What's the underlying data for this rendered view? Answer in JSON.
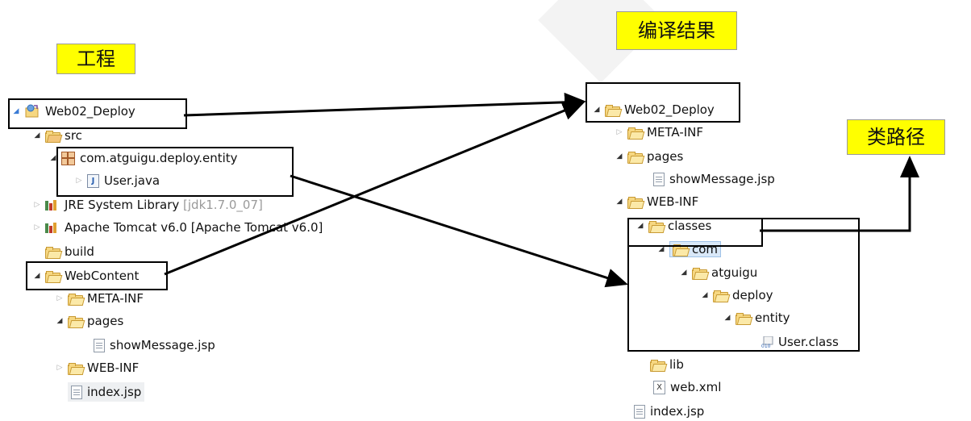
{
  "callouts": {
    "project": "工程",
    "compiled": "编译结果",
    "classpath": "类路径"
  },
  "left_tree": {
    "project": "Web02_Deploy",
    "src": "src",
    "package": "com.atguigu.deploy.entity",
    "user_java": "User.java",
    "jre_name": "JRE System Library",
    "jre_version": "[jdk1.7.0_07]",
    "tomcat_name": "Apache Tomcat v6.0",
    "tomcat_version": "[Apache Tomcat v6.0]",
    "build": "build",
    "webcontent": "WebContent",
    "meta_inf": "META-INF",
    "pages": "pages",
    "show_message": "showMessage.jsp",
    "web_inf": "WEB-INF",
    "index": "index.jsp"
  },
  "right_tree": {
    "project": "Web02_Deploy",
    "meta_inf": "META-INF",
    "pages": "pages",
    "show_message": "showMessage.jsp",
    "web_inf": "WEB-INF",
    "classes": "classes",
    "com": "com",
    "atguigu": "atguigu",
    "deploy": "deploy",
    "entity": "entity",
    "user_class": "User.class",
    "lib": "lib",
    "web_xml": "web.xml",
    "index": "index.jsp"
  },
  "icons": {
    "project": "web-project-icon",
    "folder": "folder-icon",
    "package": "package-icon",
    "java_file": "java-file-icon",
    "library": "library-icon",
    "jsp_file": "jsp-file-icon",
    "xml_file": "xml-file-icon",
    "class_file": "class-file-icon"
  },
  "colors": {
    "callout_bg": "#ffff00",
    "frame": "#000000",
    "folder": "#f6d781"
  }
}
